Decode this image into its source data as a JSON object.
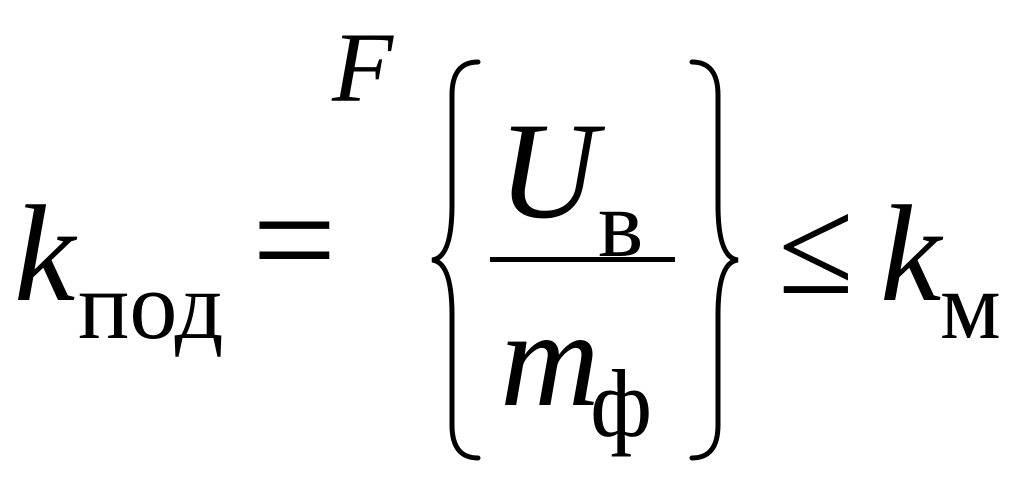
{
  "formula": {
    "lhs_symbol": "k",
    "lhs_subscript": "под",
    "equals_sign": "=",
    "superscript": "F",
    "numerator_symbol": "U",
    "numerator_subscript": "в",
    "denominator_symbol": "m",
    "denominator_subscript": "ф",
    "relation_sign": "≤",
    "rhs_symbol": "k",
    "rhs_subscript": "м"
  },
  "colors": {
    "ink": "#000000",
    "background": "#ffffff"
  }
}
